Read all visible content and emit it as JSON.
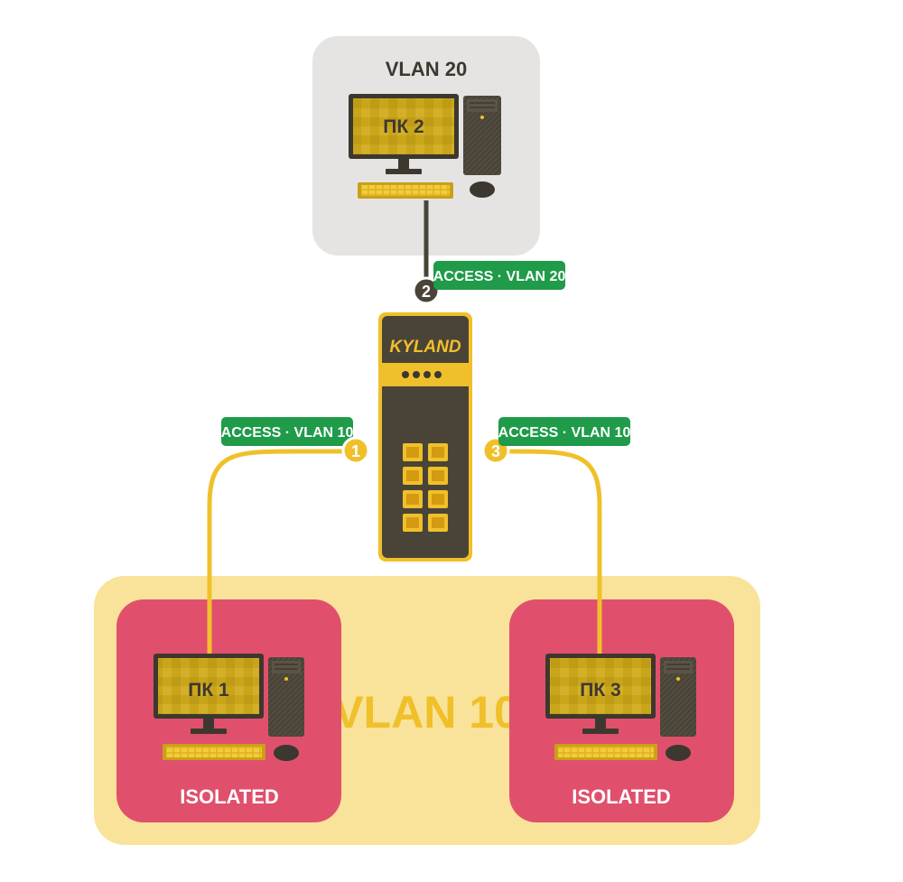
{
  "colors": {
    "vlan20_bg": "#e6e4e2",
    "vlan10_bg": "#f9e39a",
    "isolated_bg": "#e0506c",
    "cable_yellow": "#f0c02a",
    "cable_dark": "#4a4438",
    "switch_body": "#4a4438",
    "switch_accent": "#f0c02a",
    "tag_green": "#1f9b4a",
    "vlan10_text": "#f0c02a"
  },
  "groups": {
    "vlan20": {
      "title": "VLAN 20"
    },
    "vlan10": {
      "title": "VLAN 10"
    }
  },
  "switch": {
    "brand": "KYLAND"
  },
  "pcs": [
    {
      "id": "pc2",
      "label": "ПК 2"
    },
    {
      "id": "pc1",
      "label": "ПК 1",
      "badge": "ISOLATED"
    },
    {
      "id": "pc3",
      "label": "ПК 3",
      "badge": "ISOLATED"
    }
  ],
  "ports": [
    {
      "number": "1",
      "tag": "ACCESS · VLAN 10"
    },
    {
      "number": "2",
      "tag": "ACCESS · VLAN 20"
    },
    {
      "number": "3",
      "tag": "ACCESS · VLAN 10"
    }
  ],
  "icons": [
    "desktop-monitor-icon",
    "pc-tower-icon",
    "keyboard-icon",
    "mouse-icon",
    "network-switch-icon",
    "ethernet-port-icon"
  ]
}
